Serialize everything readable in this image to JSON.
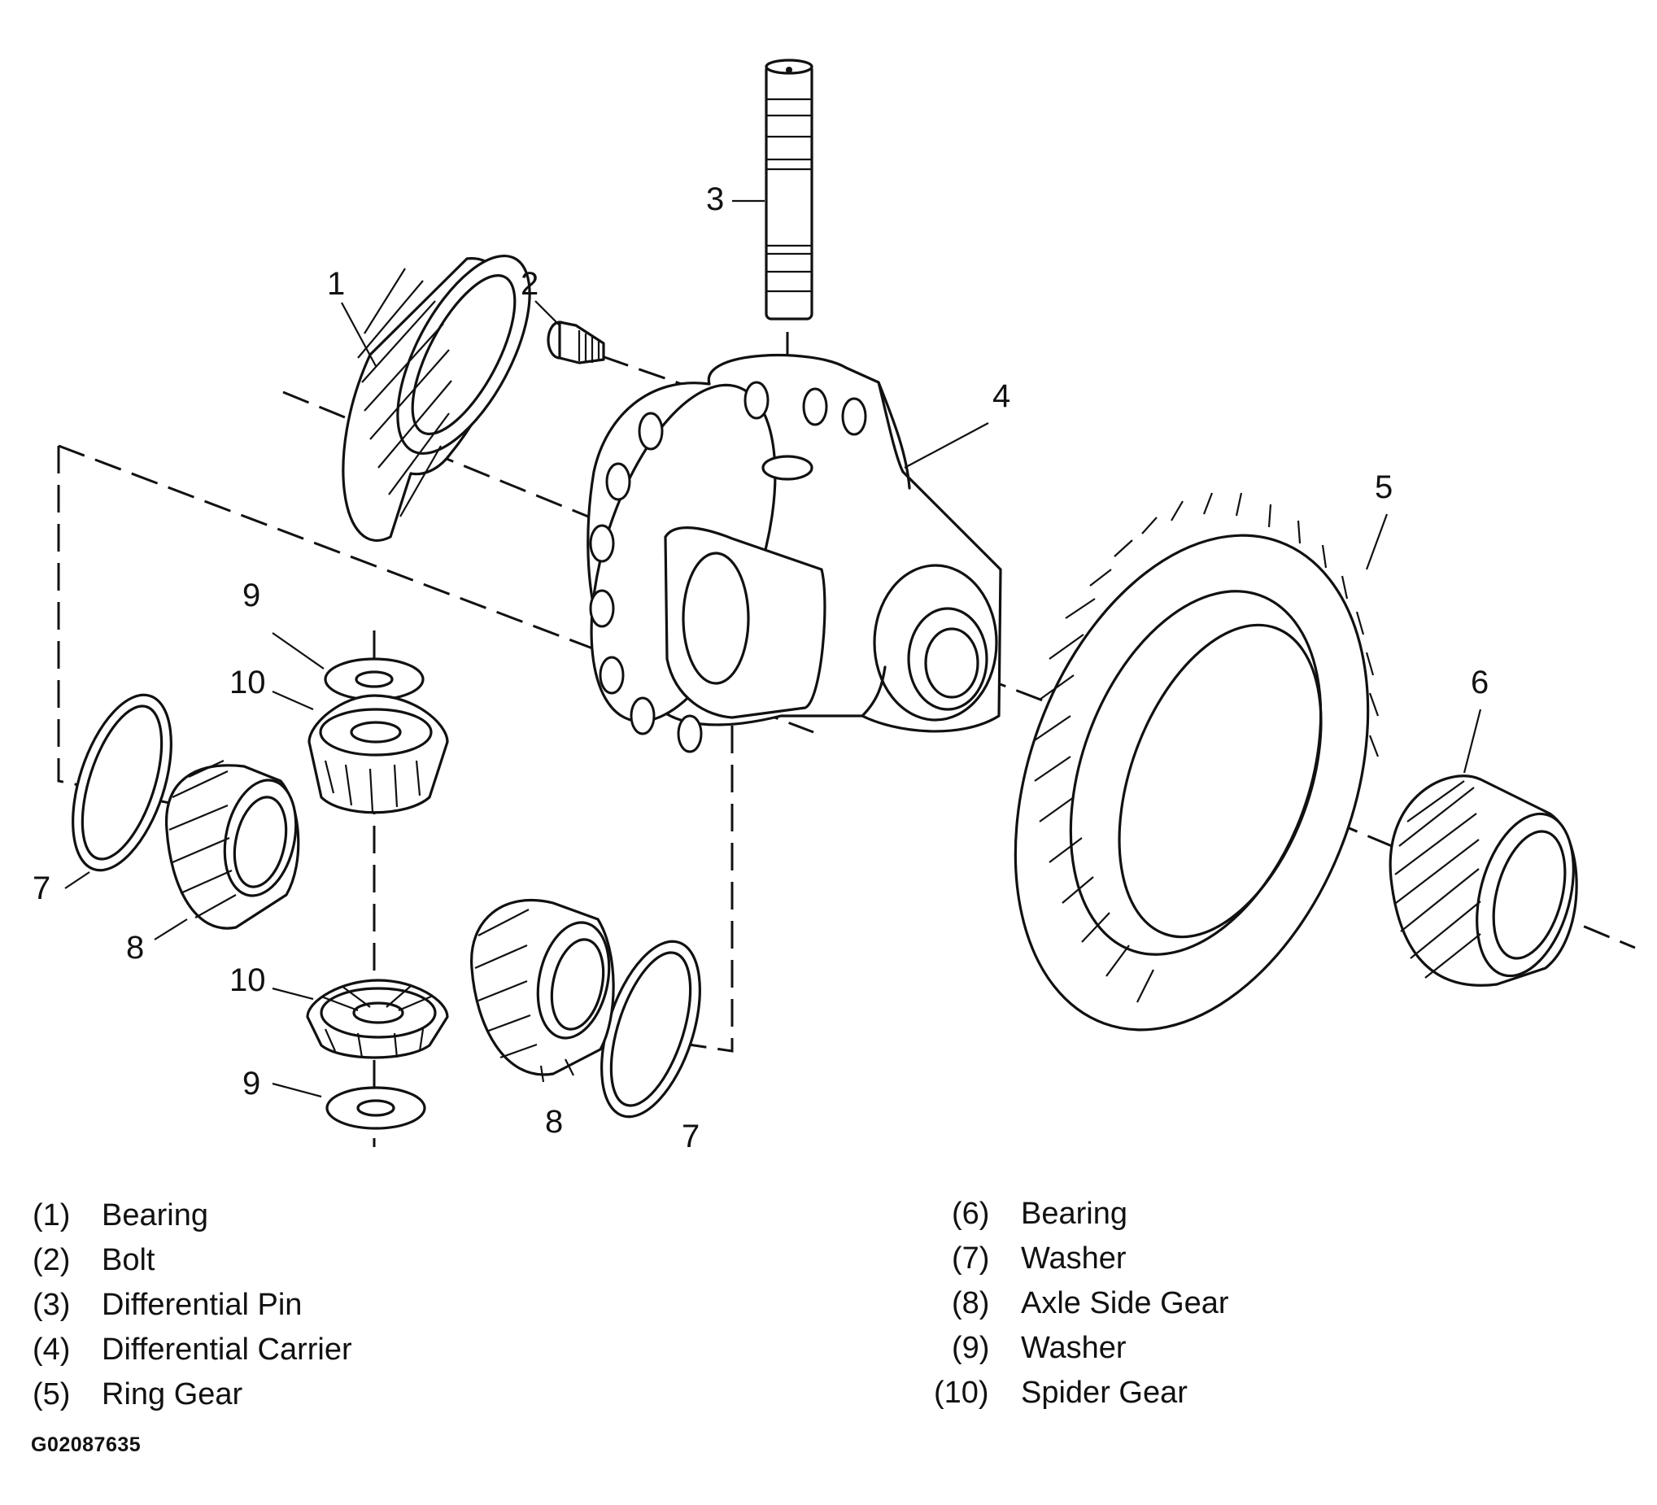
{
  "callouts": {
    "c1": "1",
    "c2": "2",
    "c3": "3",
    "c4": "4",
    "c5": "5",
    "c6": "6",
    "c7a": "7",
    "c7b": "7",
    "c8a": "8",
    "c8b": "8",
    "c9a": "9",
    "c9b": "9",
    "c10a": "10",
    "c10b": "10"
  },
  "legend": {
    "left": [
      {
        "num": "(1)",
        "label": "Bearing"
      },
      {
        "num": "(2)",
        "label": "Bolt"
      },
      {
        "num": "(3)",
        "label": "Differential Pin"
      },
      {
        "num": "(4)",
        "label": "Differential Carrier"
      },
      {
        "num": "(5)",
        "label": "Ring Gear"
      }
    ],
    "right": [
      {
        "num": "(6)",
        "label": "Bearing"
      },
      {
        "num": "(7)",
        "label": "Washer"
      },
      {
        "num": "(8)",
        "label": "Axle Side Gear"
      },
      {
        "num": "(9)",
        "label": "Washer"
      },
      {
        "num": "(10)",
        "label": "Spider Gear"
      }
    ]
  },
  "figure_id": "G02087635"
}
